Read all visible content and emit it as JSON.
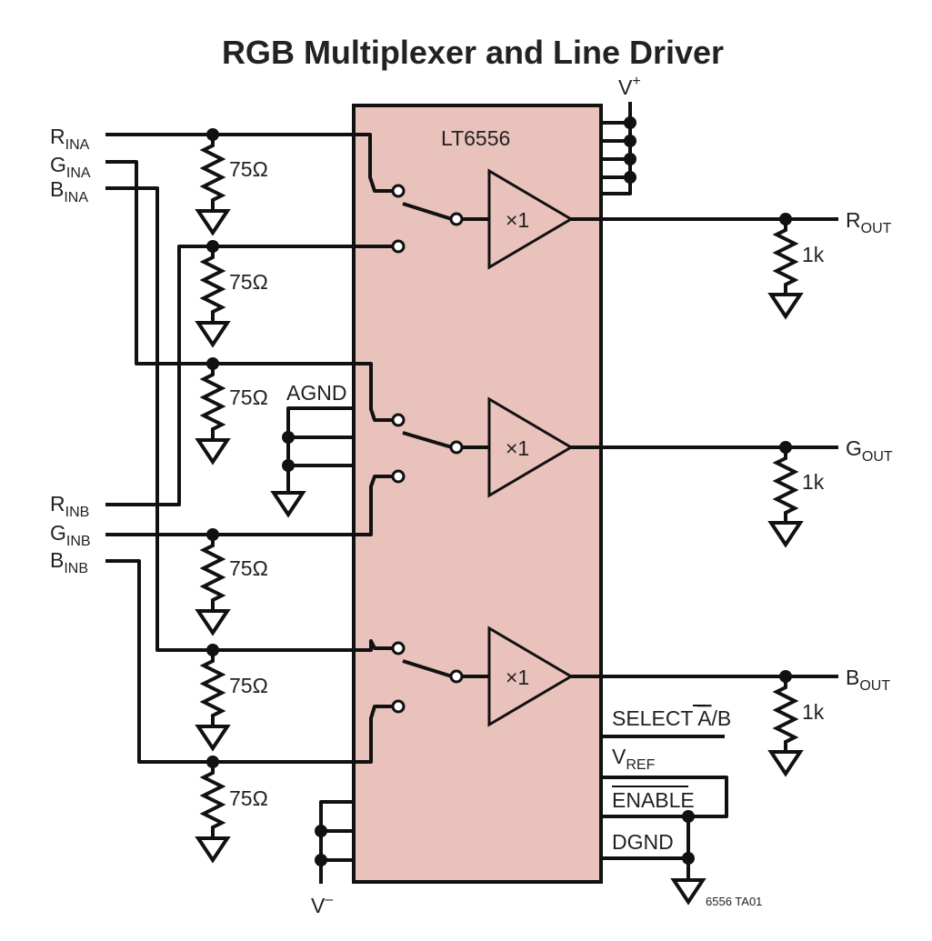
{
  "title": "RGB Multiplexer and Line Driver",
  "chip": {
    "name": "LT6556",
    "fill": "#e8c2bb",
    "amp_gain": "×1"
  },
  "inputs": {
    "r_ina": {
      "main": "R",
      "sub": "INA"
    },
    "g_ina": {
      "main": "G",
      "sub": "INA"
    },
    "b_ina": {
      "main": "B",
      "sub": "INA"
    },
    "r_inb": {
      "main": "R",
      "sub": "INB"
    },
    "g_inb": {
      "main": "G",
      "sub": "INB"
    },
    "b_inb": {
      "main": "B",
      "sub": "INB"
    }
  },
  "outputs": {
    "r_out": {
      "main": "R",
      "sub": "OUT"
    },
    "g_out": {
      "main": "G",
      "sub": "OUT"
    },
    "b_out": {
      "main": "B",
      "sub": "OUT"
    }
  },
  "resistors": {
    "input_value": "75Ω",
    "output_value": "1k"
  },
  "pins": {
    "vplus": {
      "main": "V",
      "sup": "+"
    },
    "vminus": {
      "main": "V",
      "sup": "–"
    },
    "agnd": "AGND",
    "select_prefix": "SELECT ",
    "select_a": "A",
    "select_suffix": "/B",
    "vref_main": "V",
    "vref_sub": "REF",
    "enable": "ENABLE",
    "dgnd": "DGND"
  },
  "figure_code": "6556 TA01"
}
